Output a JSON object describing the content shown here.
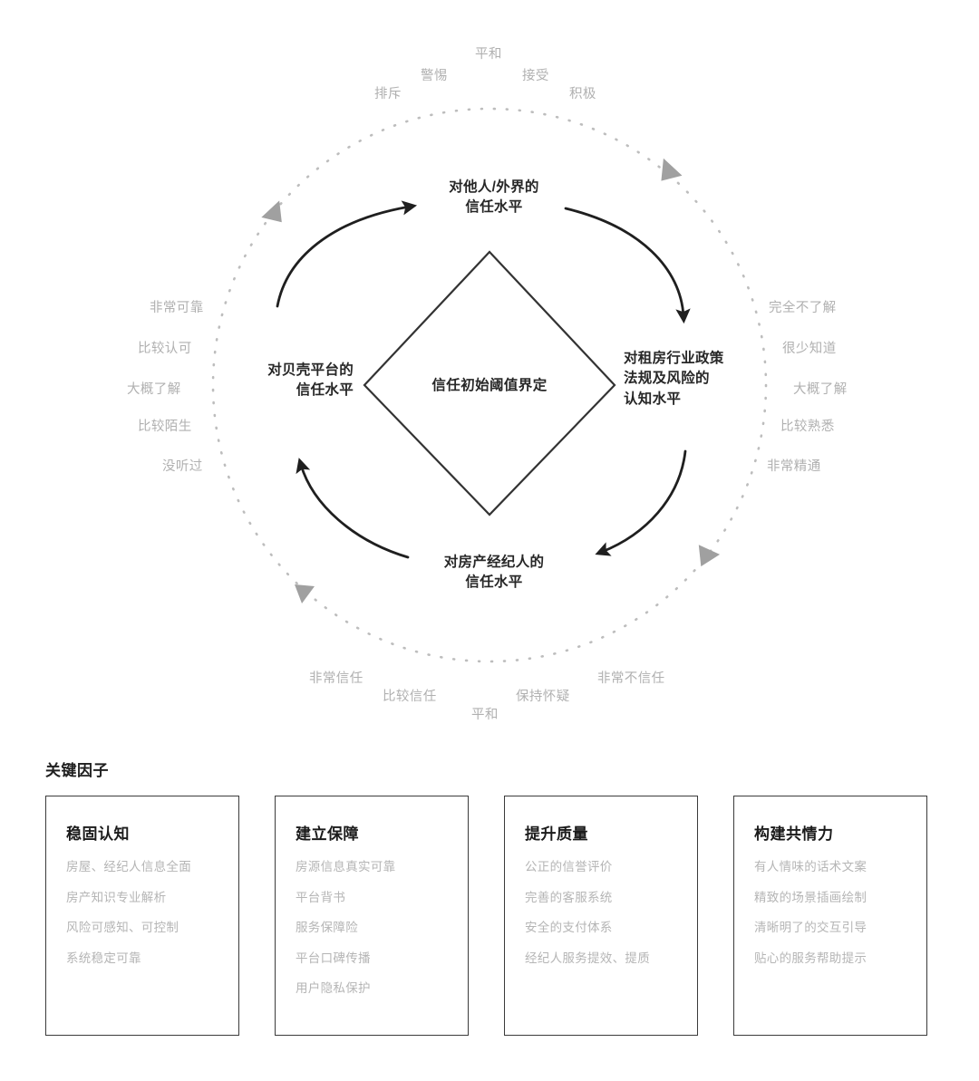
{
  "diagram": {
    "center_label": "信任初始阈值界定",
    "nodes": {
      "top": "对他人/外界的\n信任水平",
      "right": "对租房行业政策\n法规及风险的\n认知水平",
      "left": "对贝壳平台的\n信任水平",
      "bottom": "对房产经纪人的\n信任水平"
    },
    "node_lines": {
      "top": [
        "对他人/外界的",
        "信任水平"
      ],
      "right": [
        "对租房行业政策",
        "法规及风险的",
        "认知水平"
      ],
      "left": [
        "对贝壳平台的",
        "信任水平"
      ],
      "bottom": [
        "对房产经纪人的",
        "信任水平"
      ]
    },
    "scales": {
      "top": [
        "排斥",
        "警惕",
        "平和",
        "接受",
        "积极"
      ],
      "right": [
        "完全不了解",
        "很少知道",
        "大概了解",
        "比较熟悉",
        "非常精通"
      ],
      "bottom": [
        "非常信任",
        "比较信任",
        "平和",
        "保持怀疑",
        "非常不信任"
      ],
      "left": [
        "非常可靠",
        "比较认可",
        "大概了解",
        "比较陌生",
        "没听过"
      ]
    },
    "colors": {
      "node_text": "#272727",
      "scale_text": "#b0b0b0",
      "dotted_circle": "#bdbdbd",
      "arrow_gray": "#a0a0a0",
      "arrow_dark": "#1f1f1f",
      "diamond_stroke": "#333333"
    },
    "icons": {
      "cycle_arrow": "curved-arrow-icon",
      "outer_marker": "triangle-arrowhead-icon"
    }
  },
  "key_factors": {
    "title": "关键因子",
    "cards": [
      {
        "title": "稳固认知",
        "items": [
          "房屋、经纪人信息全面",
          "房产知识专业解析",
          "风险可感知、可控制",
          "系统稳定可靠"
        ]
      },
      {
        "title": "建立保障",
        "items": [
          "房源信息真实可靠",
          "平台背书",
          "服务保障险",
          "平台口碑传播",
          "用户隐私保护"
        ]
      },
      {
        "title": "提升质量",
        "items": [
          "公正的信誉评价",
          "完善的客服系统",
          "安全的支付体系",
          "经纪人服务提效、提质"
        ]
      },
      {
        "title": "构建共情力",
        "items": [
          "有人情味的话术文案",
          "精致的场景插画绘制",
          "清晰明了的交互引导",
          "贴心的服务帮助提示"
        ]
      }
    ]
  }
}
